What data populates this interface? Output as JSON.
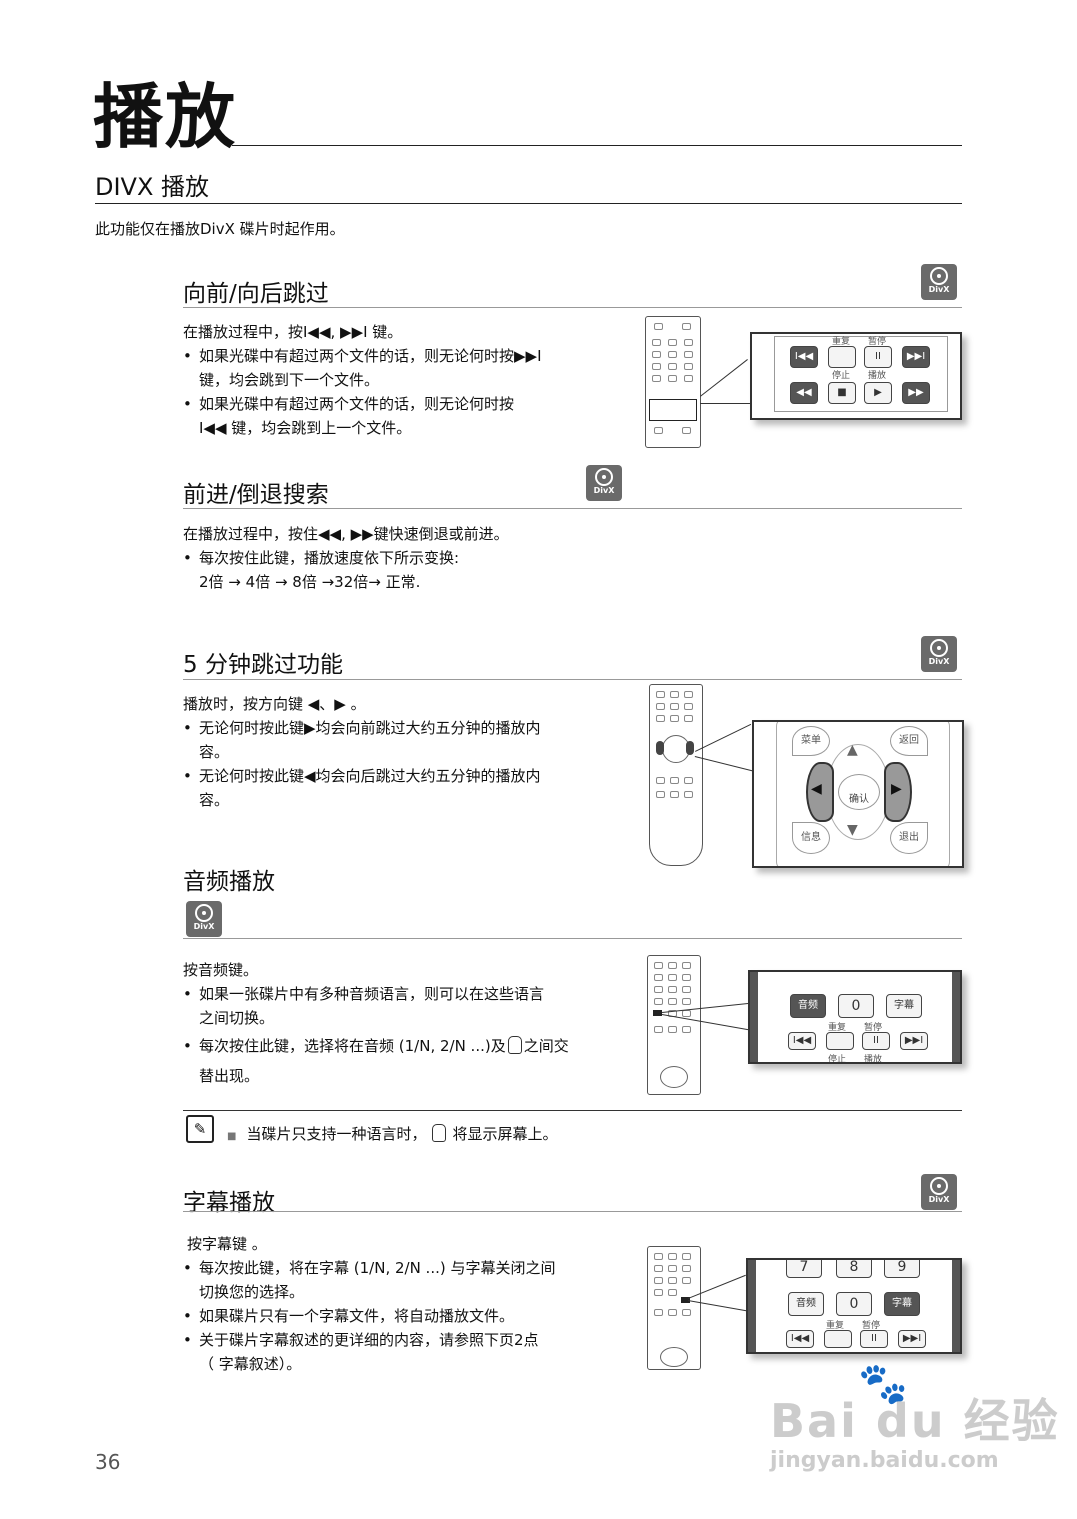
{
  "page": {
    "title": "播放",
    "subtitle": "DIVX 播放",
    "intro": "此功能仅在播放DivX 碟片时起作用。",
    "page_number": "36",
    "divx_badge": "DivX"
  },
  "sections": {
    "skip": {
      "heading": "向前/向后跳过",
      "line0": "在播放过程中，按I◀◀, ▶▶I 键。",
      "b1a": "如果光碟中有超过两个文件的话，则无论何时按▶▶I",
      "b1b": "键，均会跳到下一个文件。",
      "b2a": "如果光碟中有超过两个文件的话，则无论何时按",
      "b2b": "I◀◀ 键，均会跳到上一个文件。",
      "panel": {
        "repeat": "重复",
        "pause": "暂停",
        "stop": "停止",
        "play": "播放"
      }
    },
    "search": {
      "heading": "前进/倒退搜索",
      "line0": "在播放过程中，按住◀◀, ▶▶键快速倒退或前进。",
      "b1": "每次按住此键，播放速度依下所示变换:",
      "b1b": "2倍 → 4倍 → 8倍 →32倍→ 正常."
    },
    "five_min": {
      "heading": "5 分钟跳过功能",
      "line0": "播放时，按方向键 ◀、▶ 。",
      "b1a": "无论何时按此键▶均会向前跳过大约五分钟的播放内",
      "b1b": "容。",
      "b2a": "无论何时按此键◀均会向后跳过大约五分钟的播放内",
      "b2b": "容。",
      "panel": {
        "menu": "菜单",
        "back": "返回",
        "ok": "确认",
        "info": "信息",
        "exit": "退出"
      }
    },
    "audio": {
      "heading": "音频播放",
      "line0": "按音频键。",
      "b1a": "如果一张碟片中有多种音频语言，则可以在这些语言",
      "b1b": "之间切换。",
      "b2a": "每次按住此键，选择将在音频 (1/N, 2/N ...)及",
      "b2c": "之间交",
      "b2b": "替出现。",
      "panel": {
        "audio": "音频",
        "zero": "0",
        "subtitle": "字幕",
        "repeat": "重复",
        "pause": "暂停",
        "stop": "停止",
        "play": "播放"
      }
    },
    "note": {
      "text_a": "当碟片只支持一种语言时，",
      "text_b": "将显示屏幕上。"
    },
    "subtitle": {
      "heading": "字幕播放",
      "line0": "按字幕键 。",
      "b1a": "每次按此键，将在字幕  (1/N, 2/N ...) 与字幕关闭之间",
      "b1b": "切换您的选择。",
      "b2": "如果碟片只有一个字幕文件，将自动播放文件。",
      "b3a": "关于碟片字幕叙述的更详细的内容，请参照下页2点",
      "b3b": "（ 字幕叙述）。",
      "panel": {
        "d7": "7",
        "d8": "8",
        "d9": "9",
        "audio": "音频",
        "zero": "0",
        "subtitle": "字幕",
        "repeat": "重复",
        "pause": "暂停"
      }
    }
  },
  "watermark": {
    "brand": "Bai du 经验",
    "url": "jingyan.baidu.com"
  }
}
